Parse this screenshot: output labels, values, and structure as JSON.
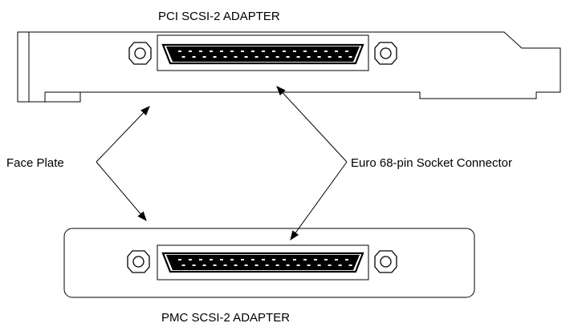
{
  "labels": {
    "top_title": "PCI SCSI-2 ADAPTER",
    "bottom_title": "PMC SCSI-2 ADAPTER",
    "face_plate": "Face Plate",
    "connector": "Euro 68-pin Socket Connector"
  },
  "connector": {
    "pin_rows": 2,
    "pins_per_row": 17
  }
}
